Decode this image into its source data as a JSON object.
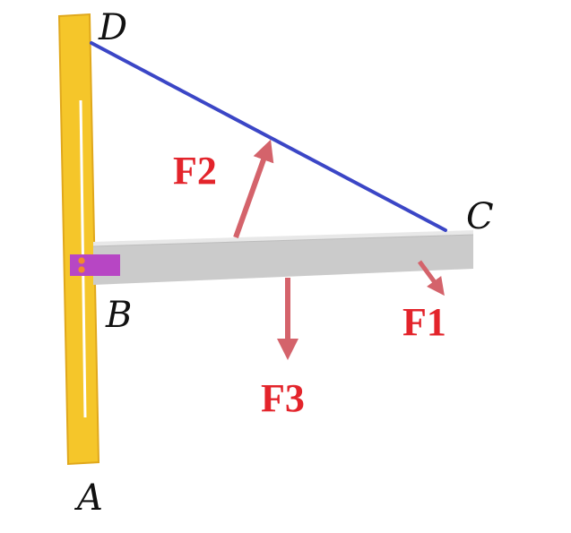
{
  "points": {
    "A": "A",
    "B": "B",
    "C": "C",
    "D": "D"
  },
  "forces": {
    "f1": "F1",
    "f2": "F2",
    "f3": "F3"
  },
  "colors": {
    "background": "#ffffff",
    "wall": "#f5c62a",
    "wall_edge": "#e0a81c",
    "wall_slot": "#ffffff",
    "beam_top": "#e6e6e6",
    "beam_front": "#cbcbcb",
    "cable": "#3b46c6",
    "bracket": "#b746c4",
    "bolt": "#f28a2c",
    "arrow": "#d4636b",
    "force_text": "#e3242b",
    "point_text": "#111111"
  }
}
